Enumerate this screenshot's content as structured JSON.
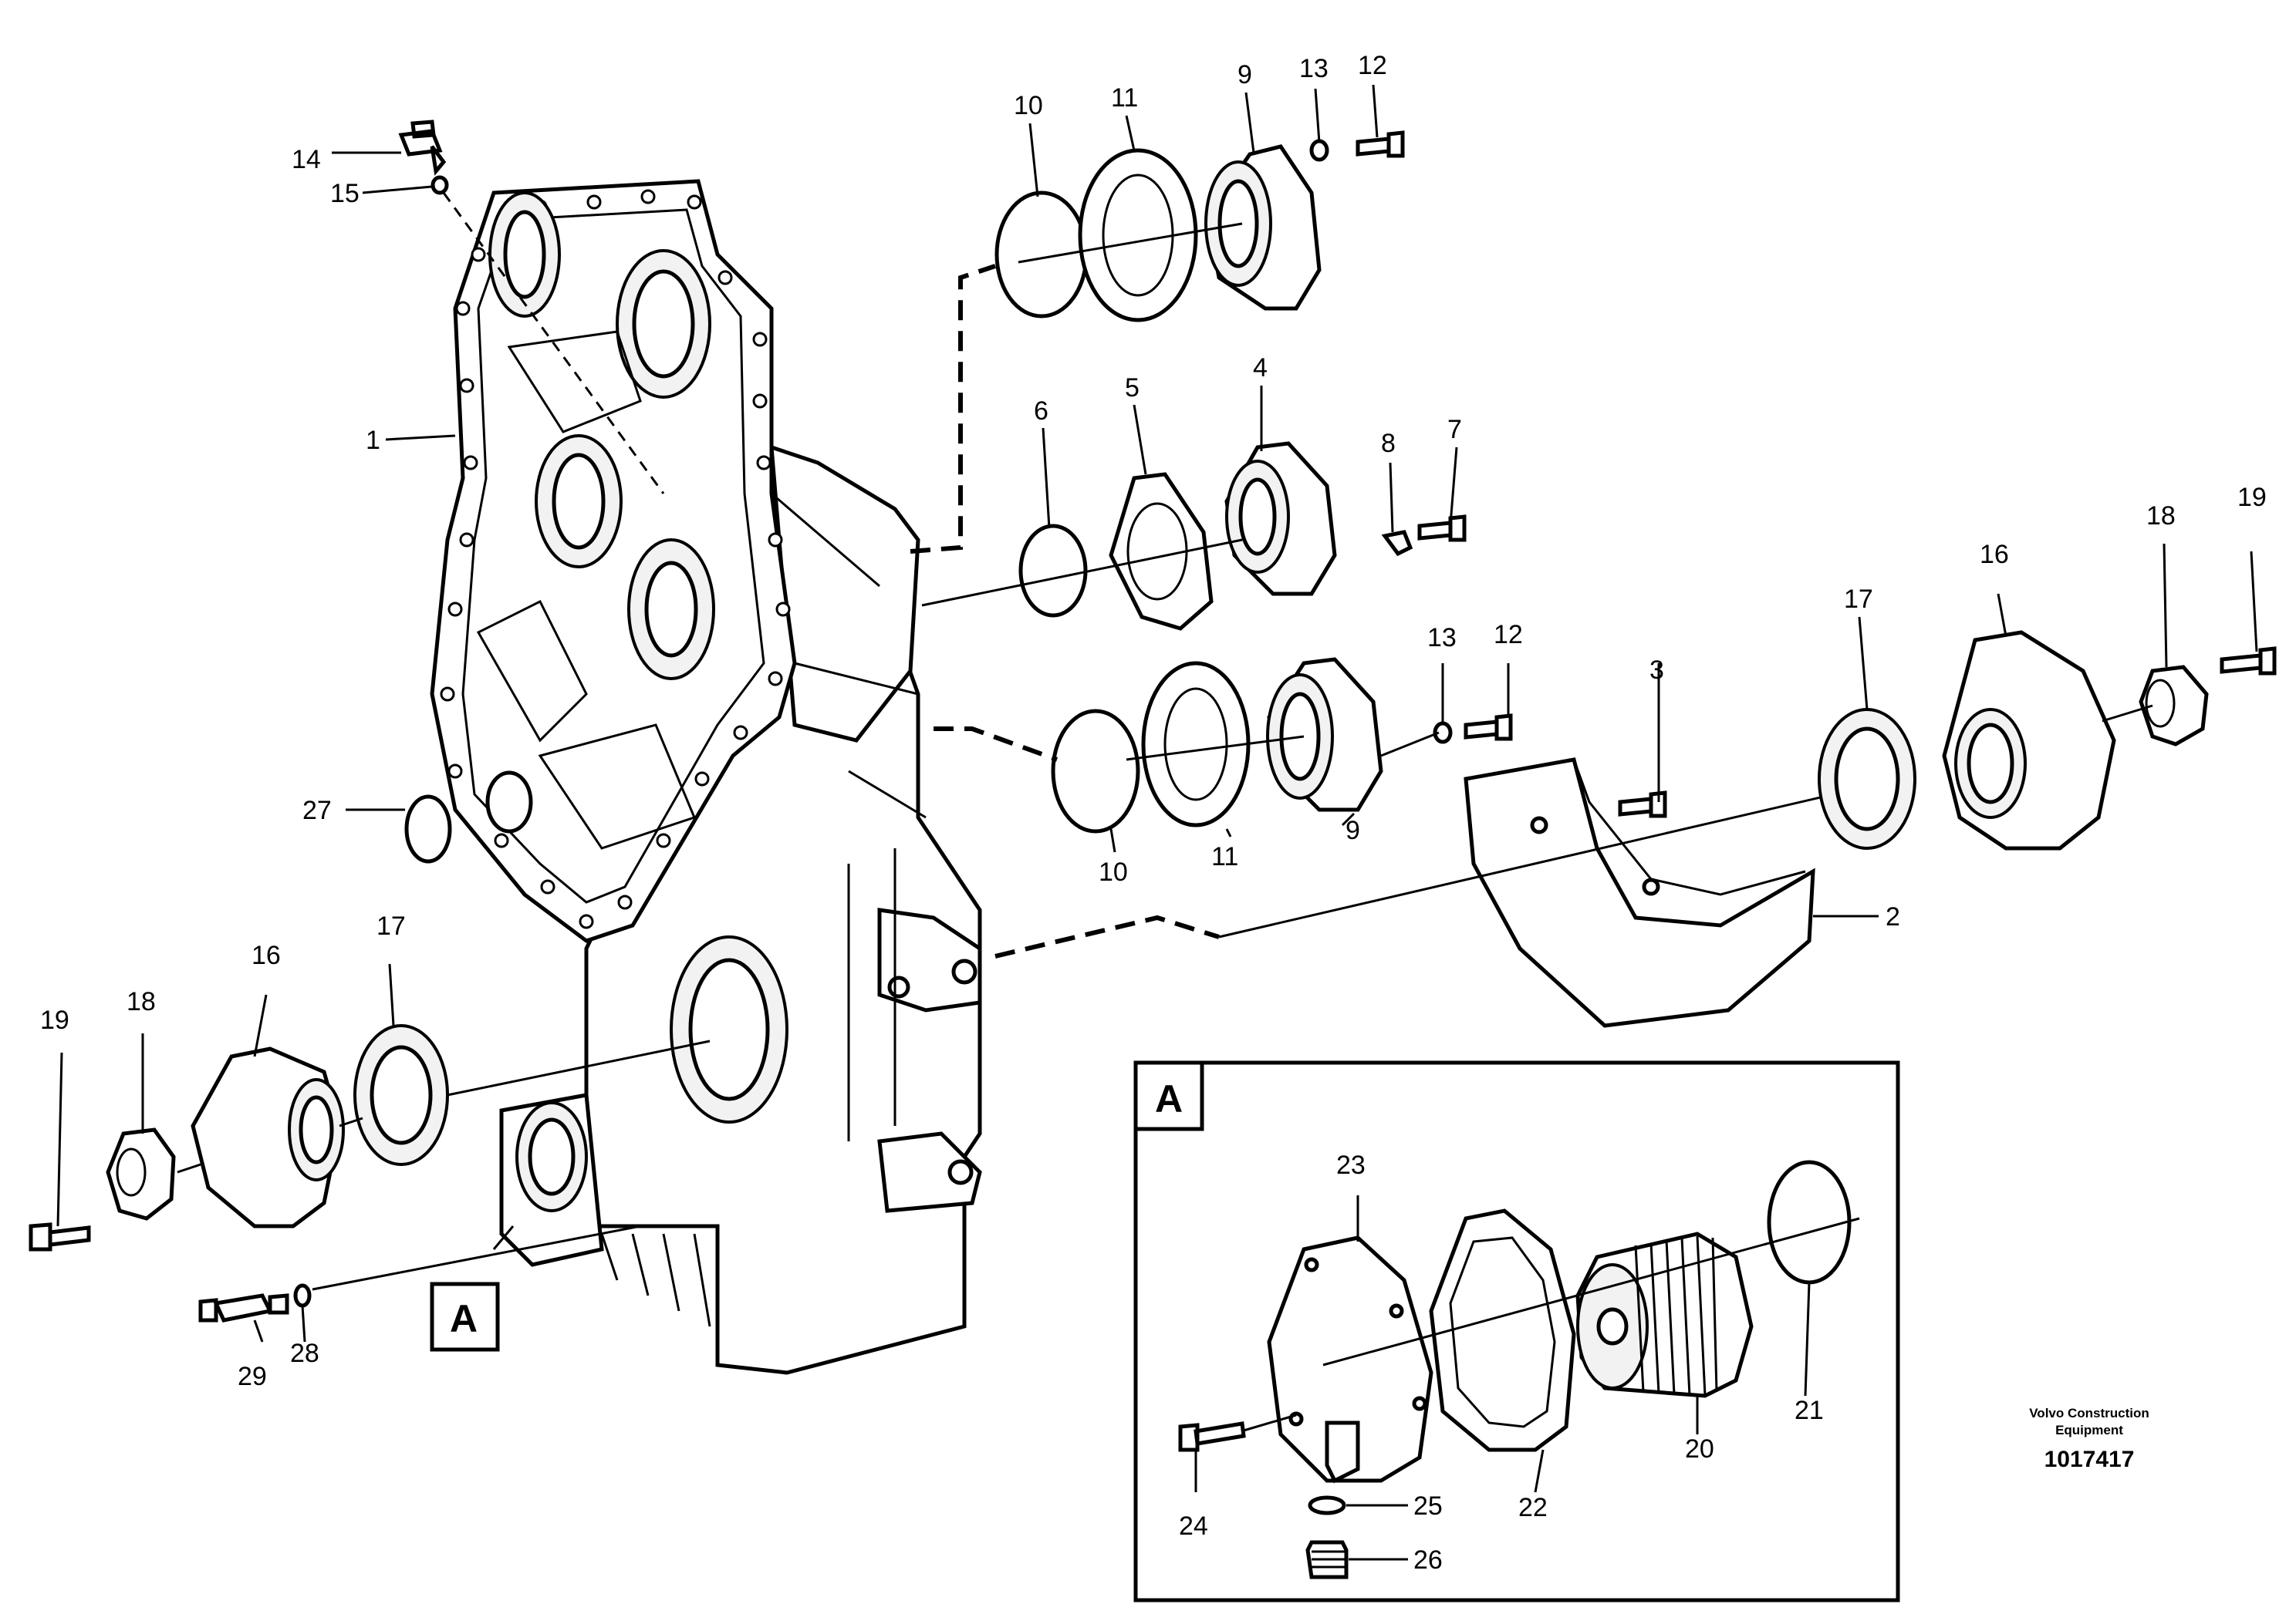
{
  "diagram": {
    "callouts": {
      "c1": "1",
      "c2": "2",
      "c3": "3",
      "c4": "4",
      "c5": "5",
      "c6": "6",
      "c7": "7",
      "c8": "8",
      "c9a": "9",
      "c9b": "9",
      "c10a": "10",
      "c10b": "10",
      "c11a": "11",
      "c11b": "11",
      "c12a": "12",
      "c12b": "12",
      "c13a": "13",
      "c13b": "13",
      "c14": "14",
      "c15": "15",
      "c16a": "16",
      "c16b": "16",
      "c17a": "17",
      "c17b": "17",
      "c18a": "18",
      "c18b": "18",
      "c19a": "19",
      "c19b": "19",
      "c20": "20",
      "c21": "21",
      "c22": "22",
      "c23": "23",
      "c24": "24",
      "c25": "25",
      "c26": "26",
      "c27": "27",
      "c28": "28",
      "c29": "29"
    },
    "detail_ref": "A",
    "detail_title": "A",
    "credit_line1": "Volvo Construction",
    "credit_line2": "Equipment",
    "doc_number": "1017417"
  }
}
